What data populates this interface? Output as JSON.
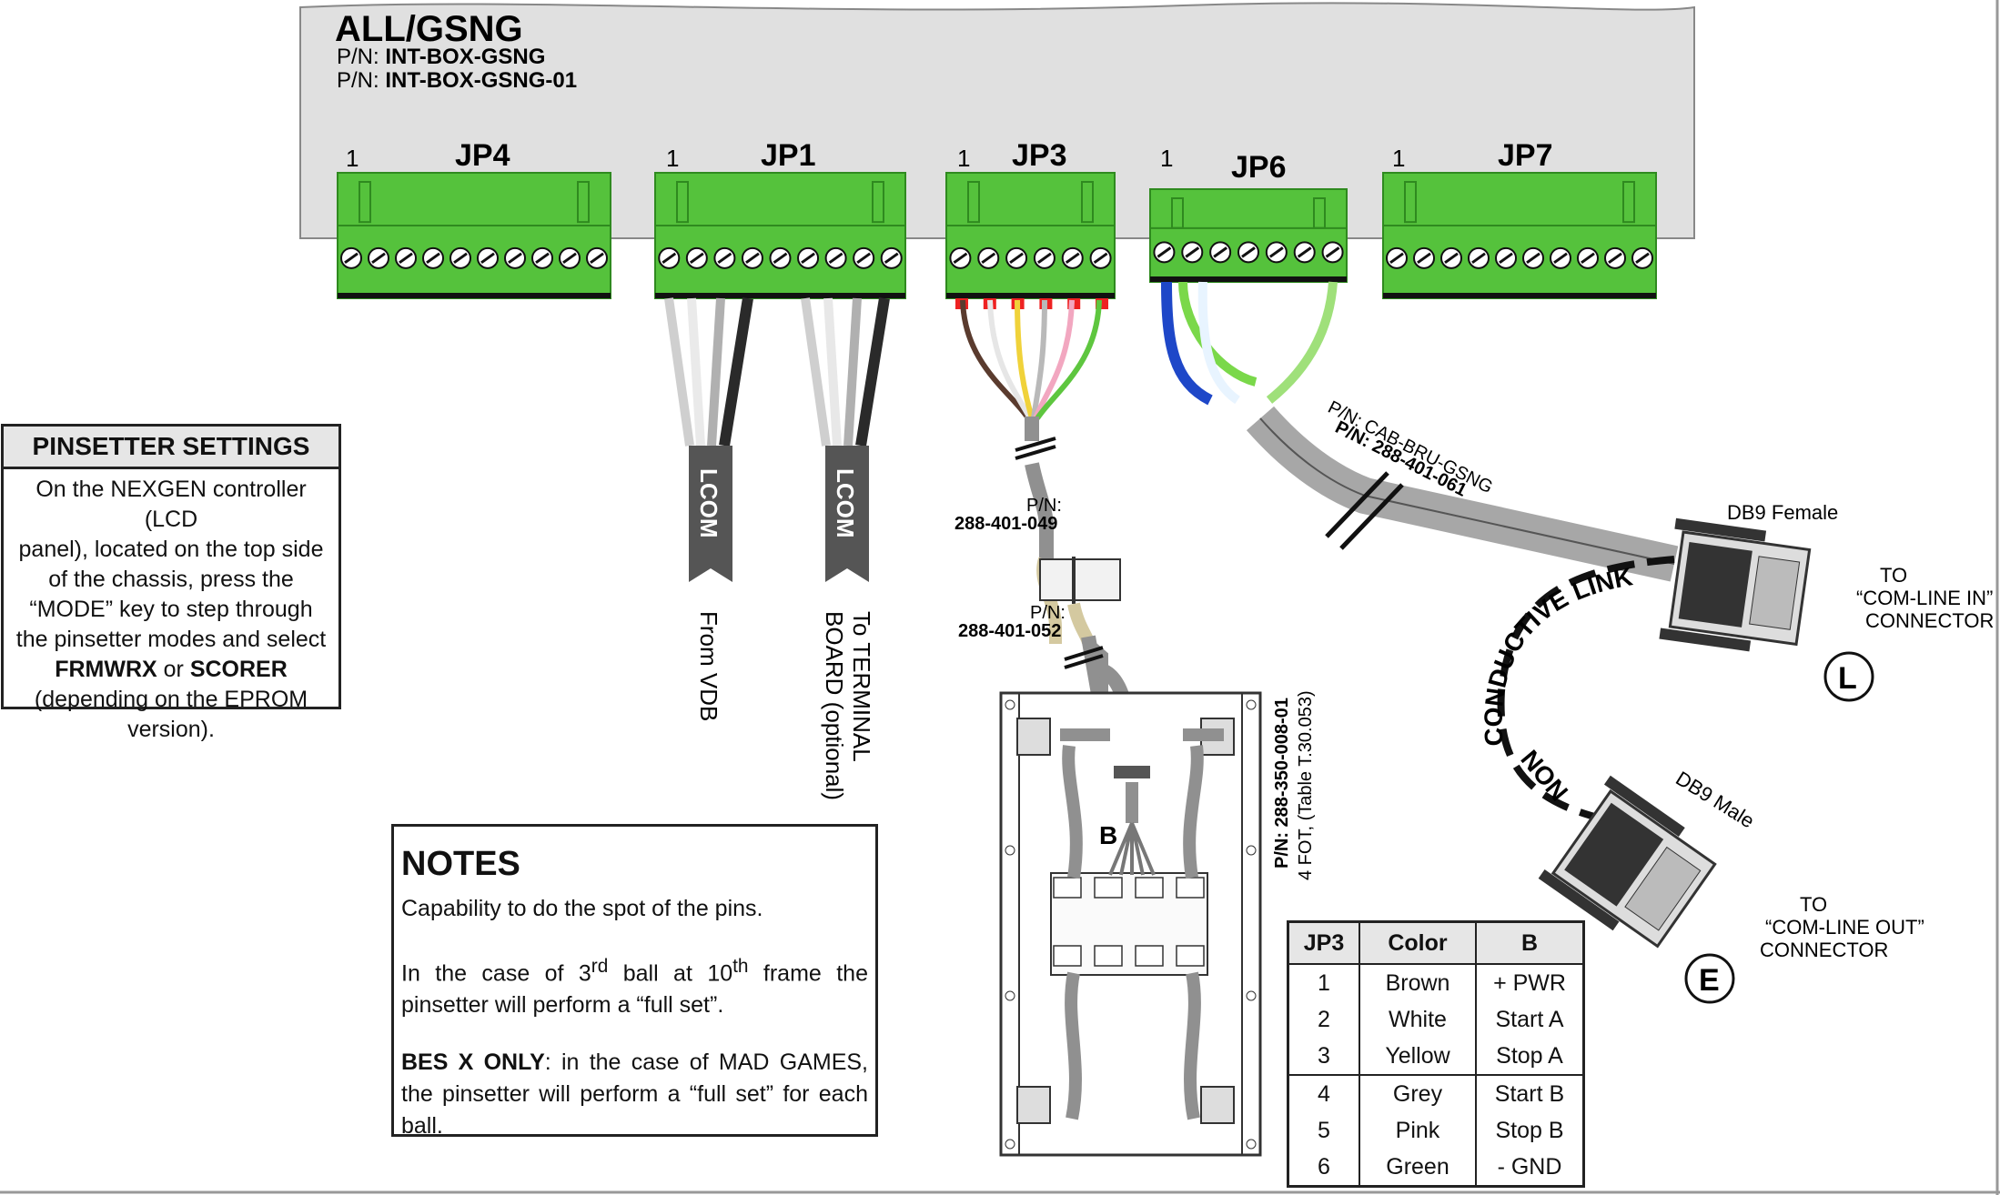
{
  "device": {
    "title": "ALL/GSNG",
    "pn_prefix": "P/N:",
    "pn1": "INT-BOX-GSNG",
    "pn2": "INT-BOX-GSNG-01"
  },
  "connectors": [
    {
      "label": "JP4",
      "pin1": "1"
    },
    {
      "label": "JP1",
      "pin1": "1"
    },
    {
      "label": "JP3",
      "pin1": "1"
    },
    {
      "label": "JP6",
      "pin1": "1"
    },
    {
      "label": "JP7",
      "pin1": "1"
    }
  ],
  "jp1_cables": {
    "lcom_left": "LCOM",
    "lcom_right": "LCOM",
    "from_vdb": "From VDB",
    "terminal_line1": "To TERMINAL",
    "terminal_line2": "BOARD (optional)"
  },
  "jp3_cable": {
    "pn_label": "P/N:",
    "pn_top": "288-401-049",
    "pn_bottom": "288-401-052",
    "board_label": "B",
    "board_pn": "P/N: 288-350-008-01",
    "board_desc": "4 FOT, (Table T.30.053)"
  },
  "jp6_cable": {
    "pn1": "P/N: CAB-BRU-GSNG",
    "pn2": "P/N: 288-401-061",
    "link_text": "CONDUCTIVE LINK",
    "non_text": "NON",
    "db9_female": "DB9 Female",
    "db9_male": "DB9 Male",
    "to_in_1": "TO",
    "to_in_2": "“COM-LINE IN”",
    "to_in_3": "CONNECTOR",
    "to_out_1": "TO",
    "to_out_2": "“COM-LINE OUT”",
    "to_out_3": "CONNECTOR",
    "badge_l": "L",
    "badge_e": "E"
  },
  "settings": {
    "title": "PINSETTER SETTINGS",
    "line1": "On the NEXGEN controller (LCD",
    "line2": "panel), located on the top side",
    "line3": "of the chassis, press the",
    "line4": "“MODE” key to step through",
    "line5": "the pinsetter modes and select",
    "opt1": "FRMWRX",
    "or": "or",
    "opt2": "SCORER",
    "line7": "(depending on the EPROM",
    "line8": "version)."
  },
  "notes": {
    "title": "NOTES",
    "n1": "Capability to do the spot of the pins.",
    "n2a": "In the case of 3",
    "n2sup1": "rd",
    "n2b": " ball at 10",
    "n2sup2": "th",
    "n2c": " frame the pinsetter will perform a “full set”.",
    "n3bold": "BES X ONLY",
    "n3": ": in the case of MAD GAMES, the pinsetter will perform a “full set” for each ball."
  },
  "pin_table": {
    "headers": [
      "JP3",
      "Color",
      "B"
    ],
    "rows": [
      [
        "1",
        "Brown",
        "+ PWR"
      ],
      [
        "2",
        "White",
        "Start A"
      ],
      [
        "3",
        "Yellow",
        "Stop A"
      ],
      [
        "4",
        "Grey",
        "Start B"
      ],
      [
        "5",
        "Pink",
        "Stop B"
      ],
      [
        "6",
        "Green",
        "- GND"
      ]
    ]
  },
  "colors": {
    "connector_green": "#55c23c",
    "connector_dark": "#2f8a1f",
    "box_grey": "#e0e0e0",
    "cable_grey": "#9a9a9a",
    "lcom_dark": "#555555"
  }
}
